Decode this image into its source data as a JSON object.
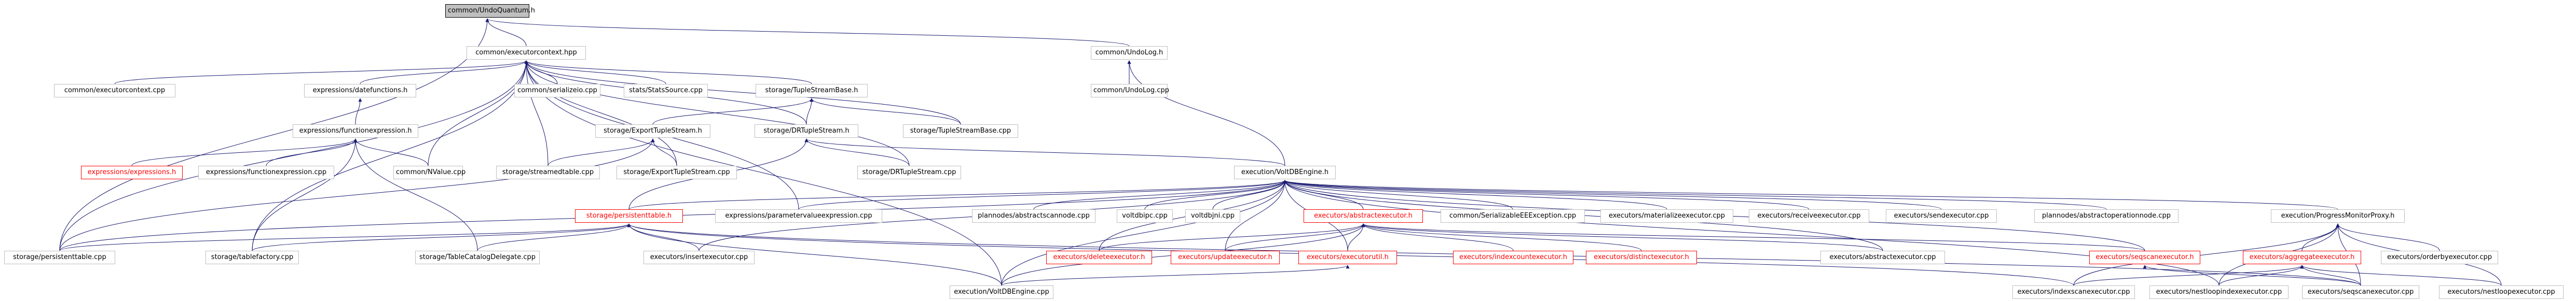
{
  "diagram": {
    "colors": {
      "edge": "#191970",
      "node_border": "#bfbfbf",
      "highlight_fill": "#bfbfbf",
      "missing_text": "#ff0000"
    },
    "nodes": [
      {
        "id": "n0",
        "label": "common/UndoQuantum.h",
        "style": "hl"
      },
      {
        "id": "n1",
        "label": "common/executorcontext.hpp",
        "style": "normal"
      },
      {
        "id": "n2",
        "label": "common/UndoLog.h",
        "style": "normal"
      },
      {
        "id": "n3",
        "label": "common/executorcontext.cpp",
        "style": "normal"
      },
      {
        "id": "n4",
        "label": "expressions/datefunctions.h",
        "style": "normal"
      },
      {
        "id": "n5",
        "label": "common/serializeio.cpp",
        "style": "normal"
      },
      {
        "id": "n6",
        "label": "stats/StatsSource.cpp",
        "style": "normal"
      },
      {
        "id": "n7",
        "label": "storage/TupleStreamBase.h",
        "style": "normal"
      },
      {
        "id": "n8",
        "label": "common/UndoLog.cpp",
        "style": "normal"
      },
      {
        "id": "n9",
        "label": "expressions/functionexpression.h",
        "style": "normal"
      },
      {
        "id": "n10",
        "label": "storage/ExportTupleStream.h",
        "style": "normal"
      },
      {
        "id": "n11",
        "label": "storage/DRTupleStream.h",
        "style": "normal"
      },
      {
        "id": "n12",
        "label": "storage/TupleStreamBase.cpp",
        "style": "normal"
      },
      {
        "id": "n13",
        "label": "expressions/expressions.h",
        "style": "red"
      },
      {
        "id": "n14",
        "label": "expressions/functionexpression.cpp",
        "style": "normal"
      },
      {
        "id": "n15",
        "label": "common/NValue.cpp",
        "style": "normal"
      },
      {
        "id": "n16",
        "label": "storage/streamedtable.cpp",
        "style": "normal"
      },
      {
        "id": "n17",
        "label": "storage/ExportTupleStream.cpp",
        "style": "normal"
      },
      {
        "id": "n18",
        "label": "storage/DRTupleStream.cpp",
        "style": "normal"
      },
      {
        "id": "n19",
        "label": "execution/VoltDBEngine.h",
        "style": "normal"
      },
      {
        "id": "n20",
        "label": "storage/persistenttable.h",
        "style": "red"
      },
      {
        "id": "n21",
        "label": "expressions/parametervalueexpression.cpp",
        "style": "normal"
      },
      {
        "id": "n22",
        "label": "plannodes/abstractscannode.cpp",
        "style": "normal"
      },
      {
        "id": "n23",
        "label": "voltdbipc.cpp",
        "style": "normal"
      },
      {
        "id": "n24",
        "label": "voltdbjni.cpp",
        "style": "normal"
      },
      {
        "id": "n25",
        "label": "executors/abstractexecutor.h",
        "style": "red"
      },
      {
        "id": "n26",
        "label": "common/SerializableEEException.cpp",
        "style": "normal"
      },
      {
        "id": "n27",
        "label": "executors/materializeexecutor.cpp",
        "style": "normal"
      },
      {
        "id": "n28",
        "label": "executors/receiveexecutor.cpp",
        "style": "normal"
      },
      {
        "id": "n29",
        "label": "executors/sendexecutor.cpp",
        "style": "normal"
      },
      {
        "id": "n30",
        "label": "plannodes/abstractoperationnode.cpp",
        "style": "normal"
      },
      {
        "id": "n31",
        "label": "execution/ProgressMonitorProxy.h",
        "style": "normal"
      },
      {
        "id": "n32",
        "label": "storage/persistenttable.cpp",
        "style": "normal"
      },
      {
        "id": "n33",
        "label": "storage/tablefactory.cpp",
        "style": "normal"
      },
      {
        "id": "n34",
        "label": "storage/TableCatalogDelegate.cpp",
        "style": "normal"
      },
      {
        "id": "n35",
        "label": "executors/insertexecutor.cpp",
        "style": "normal"
      },
      {
        "id": "n36",
        "label": "executors/deleteexecutor.h",
        "style": "red"
      },
      {
        "id": "n37",
        "label": "executors/updateexecutor.h",
        "style": "red"
      },
      {
        "id": "n38",
        "label": "executors/executorutil.h",
        "style": "red"
      },
      {
        "id": "n39",
        "label": "executors/indexcountexecutor.h",
        "style": "red"
      },
      {
        "id": "n40",
        "label": "executors/distinctexecutor.h",
        "style": "red"
      },
      {
        "id": "n41",
        "label": "executors/abstractexecutor.cpp",
        "style": "normal"
      },
      {
        "id": "n42",
        "label": "executors/seqscanexecutor.h",
        "style": "red"
      },
      {
        "id": "n43",
        "label": "executors/aggregateexecutor.h",
        "style": "red"
      },
      {
        "id": "n44",
        "label": "executors/orderbyexecutor.cpp",
        "style": "normal"
      },
      {
        "id": "n45",
        "label": "execution/VoltDBEngine.cpp",
        "style": "normal"
      },
      {
        "id": "n46",
        "label": "executors/indexscanexecutor.cpp",
        "style": "normal"
      },
      {
        "id": "n47",
        "label": "executors/nestloopindexexecutor.cpp",
        "style": "normal"
      },
      {
        "id": "n48",
        "label": "executors/seqscanexecutor.cpp",
        "style": "normal"
      },
      {
        "id": "n49",
        "label": "executors/nestloopexecutor.cpp",
        "style": "normal"
      }
    ],
    "edges": [
      [
        "n0",
        "n1"
      ],
      [
        "n0",
        "n2"
      ],
      [
        "n0",
        "n32"
      ],
      [
        "n1",
        "n3"
      ],
      [
        "n1",
        "n4"
      ],
      [
        "n1",
        "n5"
      ],
      [
        "n1",
        "n6"
      ],
      [
        "n1",
        "n7"
      ],
      [
        "n1",
        "n11"
      ],
      [
        "n1",
        "n12"
      ],
      [
        "n1",
        "n15"
      ],
      [
        "n1",
        "n16"
      ],
      [
        "n1",
        "n17"
      ],
      [
        "n1",
        "n18"
      ],
      [
        "n1",
        "n21"
      ],
      [
        "n1",
        "n32"
      ],
      [
        "n1",
        "n33"
      ],
      [
        "n1",
        "n45"
      ],
      [
        "n2",
        "n8"
      ],
      [
        "n2",
        "n19"
      ],
      [
        "n4",
        "n9"
      ],
      [
        "n9",
        "n13"
      ],
      [
        "n9",
        "n14"
      ],
      [
        "n9",
        "n15"
      ],
      [
        "n9",
        "n34"
      ],
      [
        "n9",
        "n33"
      ],
      [
        "n7",
        "n10"
      ],
      [
        "n7",
        "n11"
      ],
      [
        "n7",
        "n12"
      ],
      [
        "n10",
        "n16"
      ],
      [
        "n10",
        "n17"
      ],
      [
        "n10",
        "n32"
      ],
      [
        "n11",
        "n18"
      ],
      [
        "n11",
        "n19"
      ],
      [
        "n11",
        "n20"
      ],
      [
        "n19",
        "n20"
      ],
      [
        "n19",
        "n21"
      ],
      [
        "n19",
        "n22"
      ],
      [
        "n19",
        "n23"
      ],
      [
        "n19",
        "n24"
      ],
      [
        "n19",
        "n25"
      ],
      [
        "n19",
        "n26"
      ],
      [
        "n19",
        "n27"
      ],
      [
        "n19",
        "n28"
      ],
      [
        "n19",
        "n29"
      ],
      [
        "n19",
        "n30"
      ],
      [
        "n19",
        "n31"
      ],
      [
        "n19",
        "n32"
      ],
      [
        "n19",
        "n35"
      ],
      [
        "n19",
        "n36"
      ],
      [
        "n19",
        "n37"
      ],
      [
        "n19",
        "n38"
      ],
      [
        "n19",
        "n41"
      ],
      [
        "n19",
        "n42"
      ],
      [
        "n19",
        "n45"
      ],
      [
        "n19",
        "n47"
      ],
      [
        "n20",
        "n32"
      ],
      [
        "n20",
        "n33"
      ],
      [
        "n20",
        "n34"
      ],
      [
        "n20",
        "n35"
      ],
      [
        "n20",
        "n45"
      ],
      [
        "n20",
        "n46"
      ],
      [
        "n20",
        "n48"
      ],
      [
        "n25",
        "n36"
      ],
      [
        "n25",
        "n37"
      ],
      [
        "n25",
        "n38"
      ],
      [
        "n25",
        "n39"
      ],
      [
        "n25",
        "n40"
      ],
      [
        "n25",
        "n41"
      ],
      [
        "n25",
        "n42"
      ],
      [
        "n25",
        "n45"
      ],
      [
        "n38",
        "n45"
      ],
      [
        "n31",
        "n43"
      ],
      [
        "n31",
        "n44"
      ],
      [
        "n31",
        "n46"
      ],
      [
        "n31",
        "n47"
      ],
      [
        "n31",
        "n48"
      ],
      [
        "n31",
        "n49"
      ],
      [
        "n43",
        "n46"
      ],
      [
        "n43",
        "n47"
      ],
      [
        "n43",
        "n48"
      ],
      [
        "n43",
        "n49"
      ],
      [
        "n42",
        "n48"
      ]
    ]
  }
}
